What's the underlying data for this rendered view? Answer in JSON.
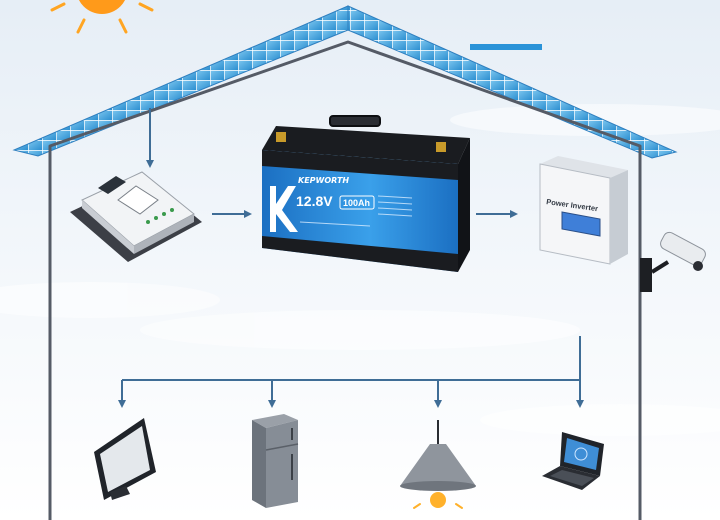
{
  "battery": {
    "brand": "KEPWORTH",
    "voltage": "12.8V",
    "capacity": "100Ah"
  },
  "inverter": {
    "label": "Power Inverter"
  },
  "colors": {
    "house_outline": "#555b66",
    "arrow": "#3f6d96",
    "panel_blue": "#3ea3dc",
    "battery_blue": "#1e7fd0",
    "sky": "#eef4fa"
  },
  "icons": {
    "sun": "sun-icon",
    "solar_roof": "solar-panel-roof",
    "controller": "charge-controller-icon",
    "battery": "battery-icon",
    "inverter": "power-inverter-icon",
    "camera": "security-camera-icon",
    "monitor": "monitor-icon",
    "fridge": "refrigerator-icon",
    "lamp": "ceiling-lamp-icon",
    "laptop": "laptop-icon"
  }
}
